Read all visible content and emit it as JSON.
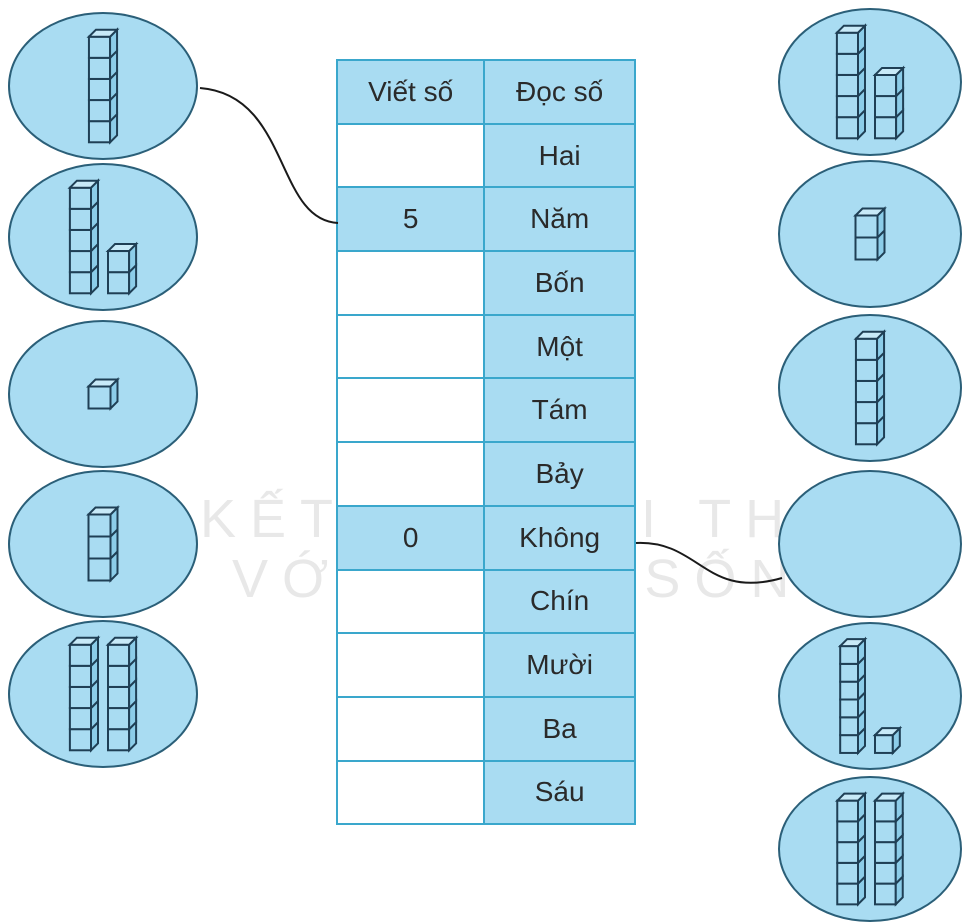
{
  "table": {
    "header_write": "Viết số",
    "header_read": "Đọc số",
    "rows": [
      {
        "write": "",
        "read": "Hai"
      },
      {
        "write": "5",
        "read": "Năm"
      },
      {
        "write": "",
        "read": "Bốn"
      },
      {
        "write": "",
        "read": "Một"
      },
      {
        "write": "",
        "read": "Tám"
      },
      {
        "write": "",
        "read": "Bảy"
      },
      {
        "write": "0",
        "read": "Không"
      },
      {
        "write": "",
        "read": "Chín"
      },
      {
        "write": "",
        "read": "Mười"
      },
      {
        "write": "",
        "read": "Ba"
      },
      {
        "write": "",
        "read": "Sáu"
      }
    ]
  },
  "watermark": {
    "line1": "KẾT NỐI TRI THỨC",
    "line2": "VỚI CUỘC SỐNG"
  },
  "pictures": {
    "left": [
      {
        "columns": [
          5
        ]
      },
      {
        "columns": [
          5,
          2
        ]
      },
      {
        "columns": [
          1
        ]
      },
      {
        "columns": [
          3
        ]
      },
      {
        "columns": [
          5,
          5
        ]
      }
    ],
    "right": [
      {
        "columns": [
          5,
          3
        ]
      },
      {
        "columns": [
          2
        ]
      },
      {
        "columns": [
          5
        ]
      },
      {
        "columns": []
      },
      {
        "columns": [
          6,
          1
        ]
      },
      {
        "columns": [
          5,
          5
        ]
      }
    ]
  },
  "colors": {
    "fill": "#a9dcf2",
    "border": "#3aa7cc",
    "ink": "#2b5f78"
  }
}
